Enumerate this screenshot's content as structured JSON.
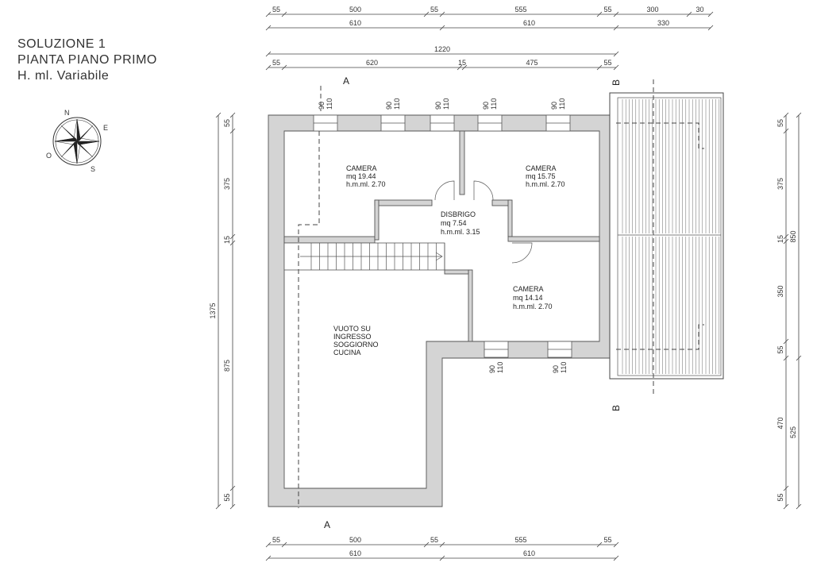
{
  "title": {
    "line1": "SOLUZIONE 1",
    "line2": "PIANTA PIANO PRIMO",
    "line3": "H. ml. Variabile"
  },
  "compass": {
    "n": "N",
    "e": "E",
    "s": "S",
    "o": "O",
    "icon": "compass-rose-icon"
  },
  "rooms": {
    "camera1": {
      "name": "CAMERA",
      "area": "mq  19.44",
      "height": "h.m.ml.  2.70"
    },
    "camera2": {
      "name": "CAMERA",
      "area": "mq  15.75",
      "height": "h.m.ml.  2.70"
    },
    "disbrigo": {
      "name": "DISBRIGO",
      "area": "mq  7.54",
      "height": "h.m.ml.  3.15"
    },
    "camera3": {
      "name": "CAMERA",
      "area": "mq  14.14",
      "height": "h.m.ml.  2.70"
    },
    "vuoto": {
      "line1": "VUOTO  SU",
      "line2": "INGRESSO",
      "line3": "SOGGIORNO",
      "line4": "CUCINA"
    }
  },
  "sections": {
    "a": "A",
    "b": "B"
  },
  "windows": {
    "w": "90",
    "h": "110"
  },
  "dims_top": {
    "row1": [
      "55",
      "500",
      "55",
      "555",
      "55",
      "300",
      "30"
    ],
    "row2": [
      "610",
      "610",
      "330"
    ],
    "row3": [
      "1220"
    ],
    "row4": [
      "55",
      "620",
      "15",
      "475",
      "55"
    ]
  },
  "dims_bottom": {
    "row1": [
      "55",
      "500",
      "55",
      "555",
      "55"
    ],
    "row2": [
      "610",
      "610"
    ]
  },
  "dims_left": {
    "inner": [
      "55",
      "375",
      "15",
      "875",
      "55"
    ],
    "total": "1375"
  },
  "dims_right": {
    "inner": [
      "55",
      "375",
      "15",
      "350",
      "55",
      "470",
      "55"
    ],
    "outer": [
      "850",
      "525"
    ]
  }
}
